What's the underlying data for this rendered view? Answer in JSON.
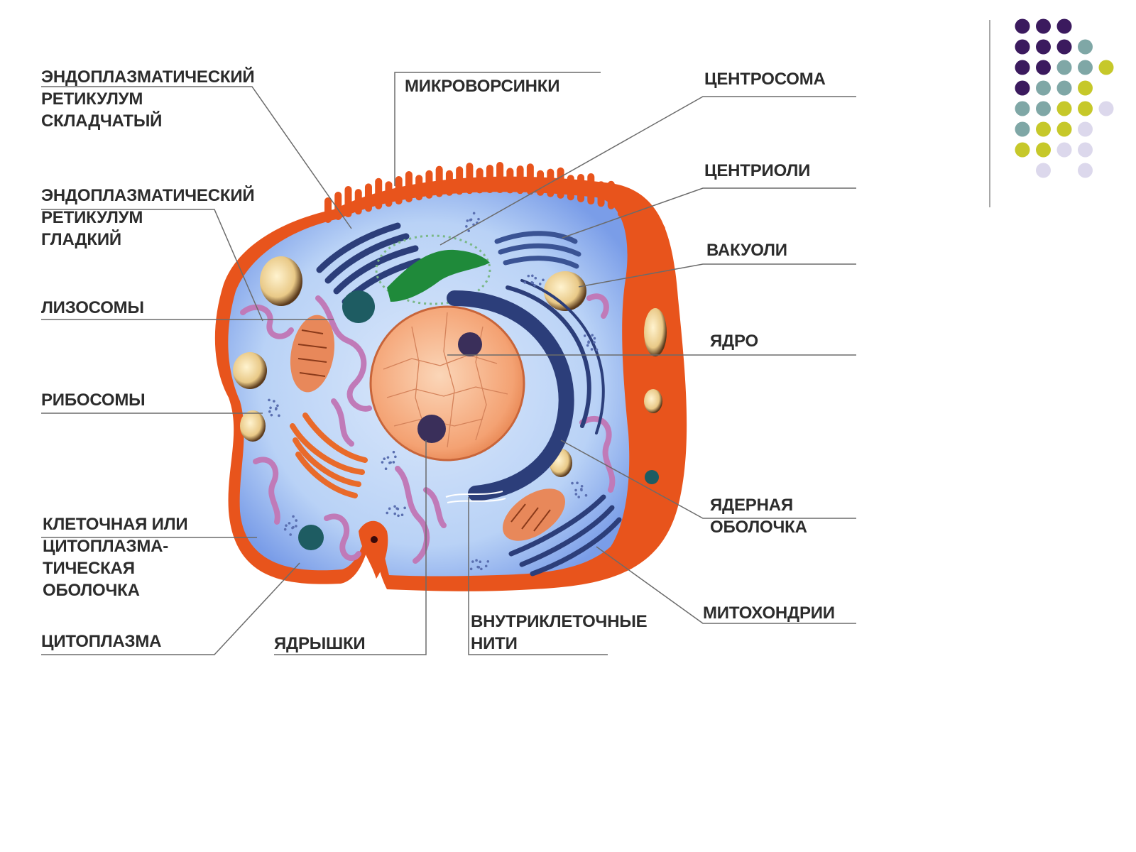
{
  "colors": {
    "membrane_orange": "#e8541c",
    "cytoplasm_blue": "#b9d2f6",
    "cytoplasm_edge": "#7a9de8",
    "nucleus": "#f6a67a",
    "er_pink": "#c07ab8",
    "mito": "#e37f4a",
    "golgi_orange": "#e96a2a",
    "navy": "#2c3e7a",
    "centrosome_green": "#1f8a3a",
    "dot_purple": "#3b1a5e",
    "dot_teal": "#7fa7a6",
    "dot_olive": "#c6c82a",
    "dot_lavender": "#dcd8ec"
  },
  "decoration": {
    "dot_grid": [
      [
        "purple",
        "purple",
        "purple",
        "",
        "",
        ""
      ],
      [
        "purple",
        "purple",
        "purple",
        "teal",
        "",
        ""
      ],
      [
        "purple",
        "purple",
        "teal",
        "teal",
        "olive",
        ""
      ],
      [
        "purple",
        "teal",
        "teal",
        "olive",
        "",
        ""
      ],
      [
        "teal",
        "teal",
        "olive",
        "olive",
        "lavender",
        ""
      ],
      [
        "teal",
        "olive",
        "olive",
        "lavender",
        "",
        ""
      ],
      [
        "olive",
        "olive",
        "lavender",
        "lavender",
        "",
        ""
      ],
      [
        "",
        "lavender",
        "",
        "lavender",
        "",
        ""
      ]
    ]
  },
  "labels": {
    "er_rough": [
      "ЭНДОПЛАЗМАТИЧЕСКИЙ",
      "РЕТИКУЛУМ",
      "СКЛАДЧАТЫЙ"
    ],
    "microvilli": [
      "МИКРОВОРСИНКИ"
    ],
    "centrosome": [
      "ЦЕНТРОСОМА"
    ],
    "centrioles": [
      "ЦЕНТРИОЛИ"
    ],
    "er_smooth": [
      "ЭНДОПЛАЗМАТИЧЕСКИЙ",
      "РЕТИКУЛУМ",
      "ГЛАДКИЙ"
    ],
    "vacuoles": [
      "ВАКУОЛИ"
    ],
    "lysosomes": [
      "ЛИЗОСОМЫ"
    ],
    "nucleus": [
      "ЯДРО"
    ],
    "ribosomes": [
      "РИБОСОМЫ"
    ],
    "nuclear_envelope": [
      "ЯДЕРНАЯ",
      "ОБОЛОЧКА"
    ],
    "cell_membrane": [
      "КЛЕТОЧНАЯ ИЛИ",
      "ЦИТОПЛАЗМА-",
      "ТИЧЕСКАЯ",
      "ОБОЛОЧКА"
    ],
    "mitochondria": [
      "МИТОХОНДРИИ"
    ],
    "filaments": [
      "ВНУТРИКЛЕТОЧНЫЕ",
      "НИТИ"
    ],
    "cytoplasm": [
      "ЦИТОПЛАЗМА"
    ],
    "nucleoli": [
      "ЯДРЫШКИ"
    ]
  }
}
